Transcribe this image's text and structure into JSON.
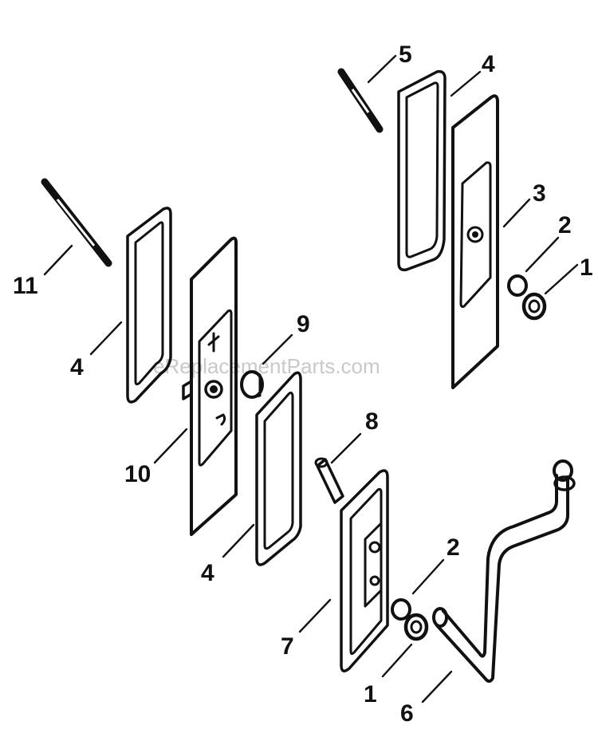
{
  "watermark": "eReplacementParts.com",
  "callouts": {
    "c1_top": "1",
    "c2_top": "2",
    "c3": "3",
    "c4_topright": "4",
    "c5": "5",
    "c11": "11",
    "c4_left": "4",
    "c9": "9",
    "c10": "10",
    "c8": "8",
    "c4_bottom": "4",
    "c2_bottom": "2",
    "c7": "7",
    "c1_bottom": "1",
    "c6": "6"
  }
}
